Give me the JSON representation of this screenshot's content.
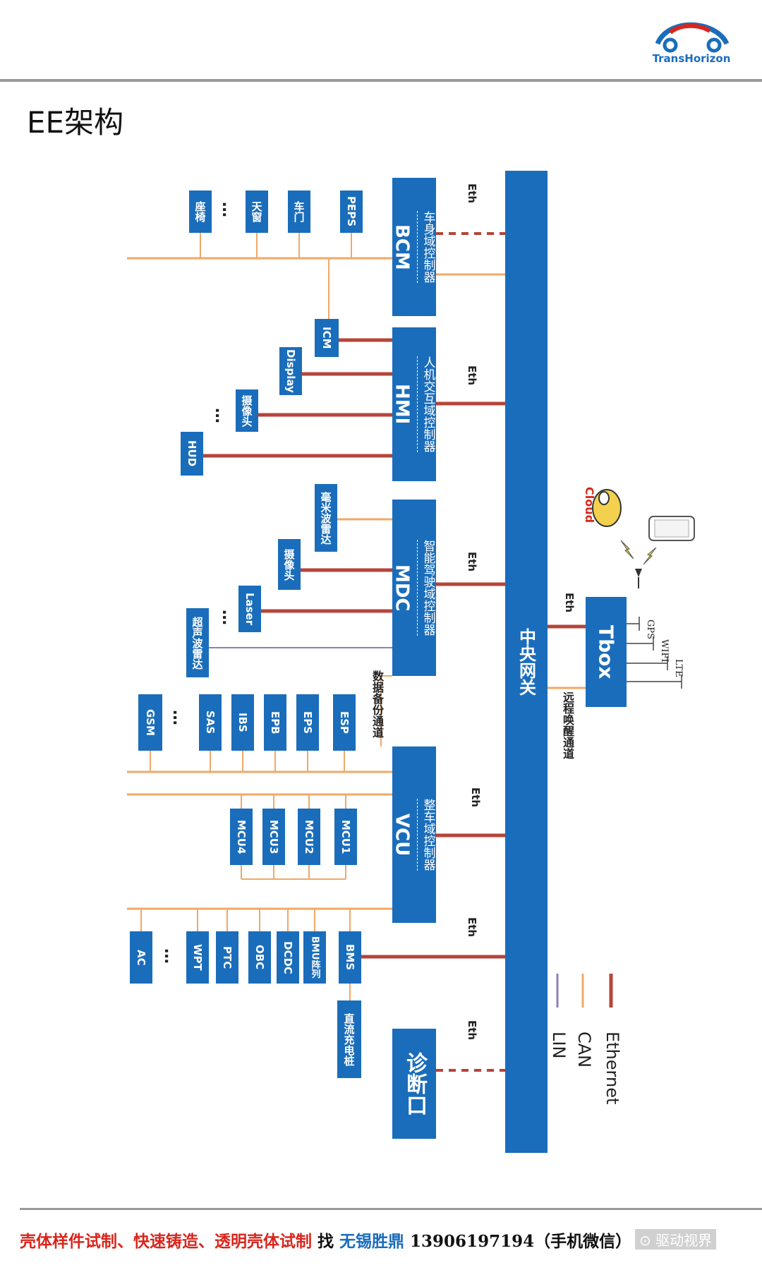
{
  "header": {
    "logo_text": "TransHorizon",
    "title": "EE架构"
  },
  "colors": {
    "box": "#1a6dbb",
    "ethernet": "#b5443a",
    "can": "#f0a868",
    "lin": "#8a7fc0",
    "footer_red": "#d8261d",
    "footer_blue": "#1a6dbb"
  },
  "gateway": {
    "label": "中央网关"
  },
  "domains": {
    "bcm": {
      "code": "BCM",
      "name": "车身域控制器"
    },
    "hmi": {
      "code": "HMI",
      "name": "人机交互域控制器"
    },
    "mdc": {
      "code": "MDC",
      "name": "智能驾驶域控制器"
    },
    "vcu": {
      "code": "VCU",
      "name": "整车域控制器"
    },
    "diag": {
      "name": "诊断口"
    },
    "tbox": {
      "name": "Tbox"
    }
  },
  "eth_label": "Eth",
  "ellipsis": "…",
  "bcm_nodes": [
    "PEPS",
    "车门",
    "天窗",
    "座椅"
  ],
  "hmi_nodes": [
    "ICM",
    "Display",
    "摄像头",
    "HUD"
  ],
  "mdc_nodes": [
    "毫米波雷达",
    "摄像头",
    "Laser",
    "超声波雷达"
  ],
  "chassis_nodes": [
    "ESP",
    "EPS",
    "EPB",
    "IBS",
    "SAS",
    "GSM"
  ],
  "mcu_nodes": [
    "MCU1",
    "MCU2",
    "MCU3",
    "MCU4"
  ],
  "energy_nodes": [
    "BMS",
    "BMU阵列",
    "DCDC",
    "OBC",
    "PTC",
    "WPT",
    "AC"
  ],
  "charger": "直流充电桩",
  "backup_channel": "数据备份通道",
  "wake_channel": "远程唤醒通道",
  "cloud": "Cloud",
  "antennas": [
    "LTE",
    "WIFI",
    "GPS"
  ],
  "legend": [
    "Ethernet",
    "CAN",
    "LIN"
  ],
  "footer": {
    "text1": "壳体样件试制、快速铸造、透明壳体试制",
    "text2": "找",
    "text3": "无锡胜鼎",
    "text4": "13906197194",
    "text5": "（手机微信）",
    "watermark": "驱动视界"
  }
}
